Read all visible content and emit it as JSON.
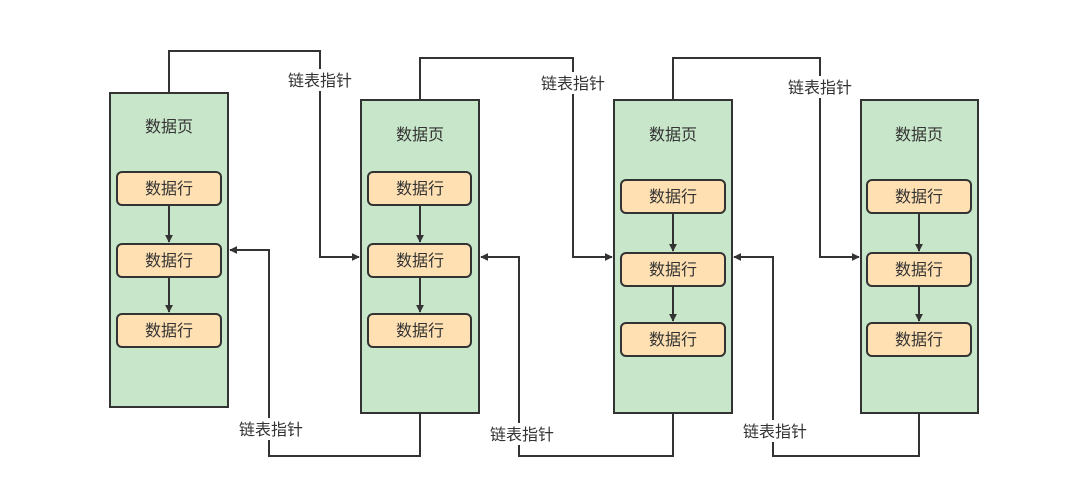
{
  "pages": [
    {
      "title": "数据页",
      "rows": [
        "数据行",
        "数据行",
        "数据行"
      ]
    },
    {
      "title": "数据页",
      "rows": [
        "数据行",
        "数据行",
        "数据行"
      ]
    },
    {
      "title": "数据页",
      "rows": [
        "数据行",
        "数据行",
        "数据行"
      ]
    },
    {
      "title": "数据页",
      "rows": [
        "数据行",
        "数据行",
        "数据行"
      ]
    }
  ],
  "pointers": {
    "forward": [
      "链表指针",
      "链表指针",
      "链表指针"
    ],
    "backward": [
      "链表指针",
      "链表指针",
      "链表指针"
    ]
  },
  "colors": {
    "page_fill": "#c8e6c9",
    "row_fill": "#ffe0b2",
    "stroke": "#333333"
  }
}
